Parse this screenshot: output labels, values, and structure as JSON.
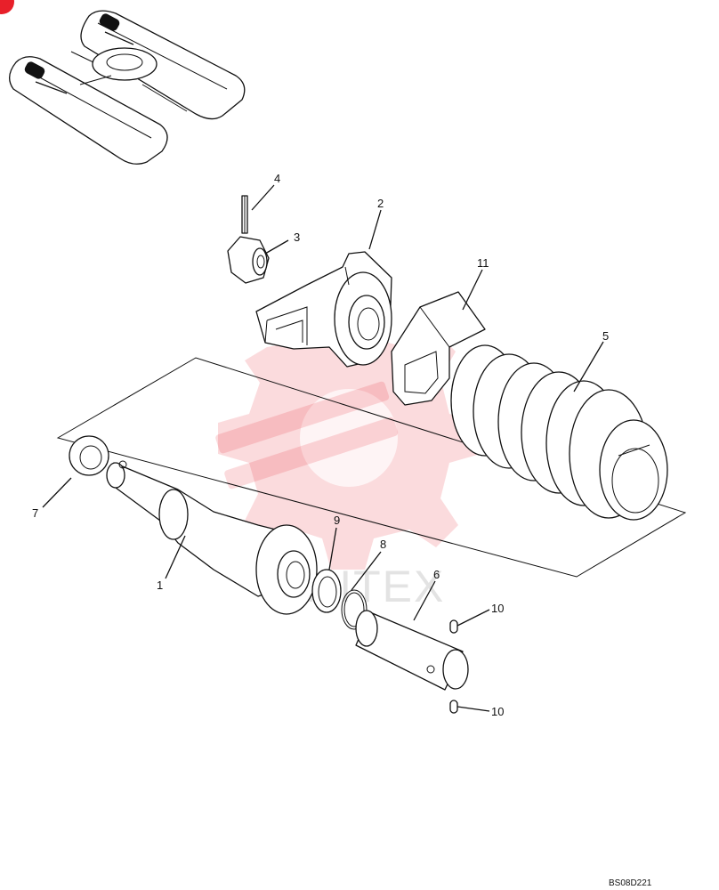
{
  "callouts": [
    {
      "id": "1",
      "label": "1"
    },
    {
      "id": "2",
      "label": "2"
    },
    {
      "id": "3",
      "label": "3"
    },
    {
      "id": "4",
      "label": "4"
    },
    {
      "id": "5",
      "label": "5"
    },
    {
      "id": "6",
      "label": "6"
    },
    {
      "id": "7",
      "label": "7"
    },
    {
      "id": "8",
      "label": "8"
    },
    {
      "id": "9",
      "label": "9"
    },
    {
      "id": "10a",
      "label": "10"
    },
    {
      "id": "10b",
      "label": "10"
    },
    {
      "id": "11",
      "label": "11"
    }
  ],
  "drawing_code": "BS08D221",
  "watermark_text": "UNITEX",
  "colors": {
    "line": "#111111",
    "watermark": "#e8202a",
    "background": "#ffffff"
  }
}
